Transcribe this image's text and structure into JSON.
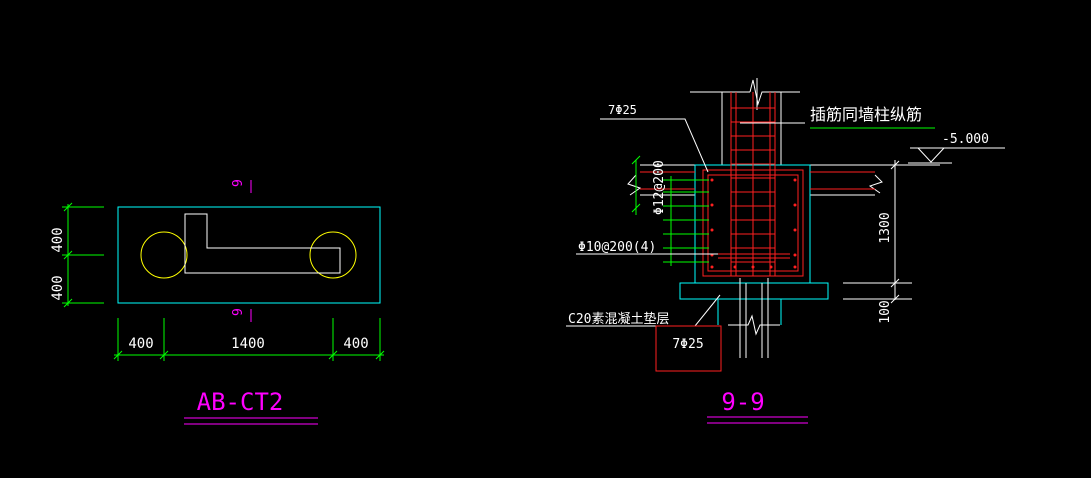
{
  "left_drawing": {
    "title": "AB-CT2",
    "section_mark_top": "9",
    "section_mark_bottom": "9",
    "dim_vertical": [
      "400",
      "400"
    ],
    "dim_horizontal": [
      "400",
      "1400",
      "400"
    ]
  },
  "right_drawing": {
    "title": "9-9",
    "label_top_bars": "7Φ25",
    "label_dowel": "插筋同墙柱纵筋",
    "label_elevation": "-5.000",
    "label_stirrup_vertical": "Φ12@200",
    "label_stirrup": "Φ10@200(4)",
    "label_height": "1300",
    "label_bed_thickness": "100",
    "label_cushion": "C20素混凝土垫层",
    "label_bottom_bars": "7Φ25"
  },
  "colors": {
    "background": "#000000",
    "outline": "#00ffff",
    "dimension": "#00ff00",
    "circle": "#ffff00",
    "title": "#ff00ff",
    "rebar": "#ff2020",
    "text": "#ffffff"
  }
}
